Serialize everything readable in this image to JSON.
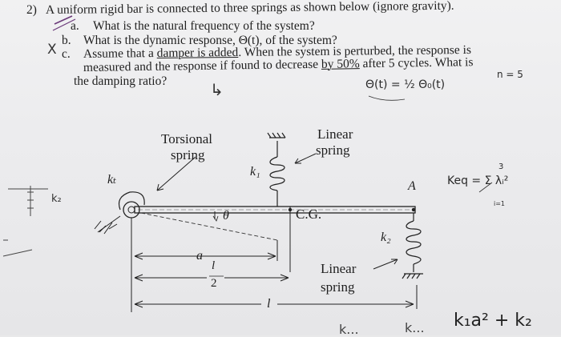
{
  "problem": {
    "number": "2)",
    "intro": "A uniform rigid bar is connected to three springs as shown below (ignore gravity).",
    "part_a_label": "a.",
    "part_a": "What is the natural frequency of the system?",
    "part_b_label": "b.",
    "part_b": "What is the dynamic response, Θ(t), of the system?",
    "part_c_label": "c.",
    "part_c_line1_pre": "Assume that a ",
    "part_c_underlined": "damper is added",
    "part_c_line1_post": ".  When the system is perturbed, the response is",
    "part_c_line2_pre": "measured and the response if found to decrease ",
    "part_c_line2_ul": "by 50%",
    "part_c_line2_post": " after 5 cycles. What is",
    "part_c_line3": "the damping ratio?"
  },
  "annotations": {
    "cross_mark": "X",
    "arrow_glyph": "↳",
    "theta_relation": "Θ(t) = ½ Θ₀(t)",
    "n_eq": "n = 5",
    "keq": "Keq = Σ λᵢ²",
    "sum_top": "3",
    "sum_bottom": "i=1",
    "k2_left": "k₂",
    "bottom_expr": "k₁a² + k₂",
    "bottom_partial_1": "k...",
    "bottom_partial_2": "k..."
  },
  "figure": {
    "torsional_label": "Torsional spring",
    "torsional_line1": "Torsional",
    "torsional_line2": "spring",
    "k1_label": "k₁",
    "kt_label": "kₜ",
    "linear_top_line1": "Linear",
    "linear_top_line2": "spring",
    "point_a": "A",
    "cg_label": "C.G.",
    "theta_label": "θ",
    "k2_label": "k₂",
    "dim_a": "a",
    "dim_half": "l/2",
    "dim_half_num": "l",
    "dim_half_den": "2",
    "dim_l": "l",
    "linear_bottom_line1": "Linear",
    "linear_bottom_line2": "spring"
  }
}
